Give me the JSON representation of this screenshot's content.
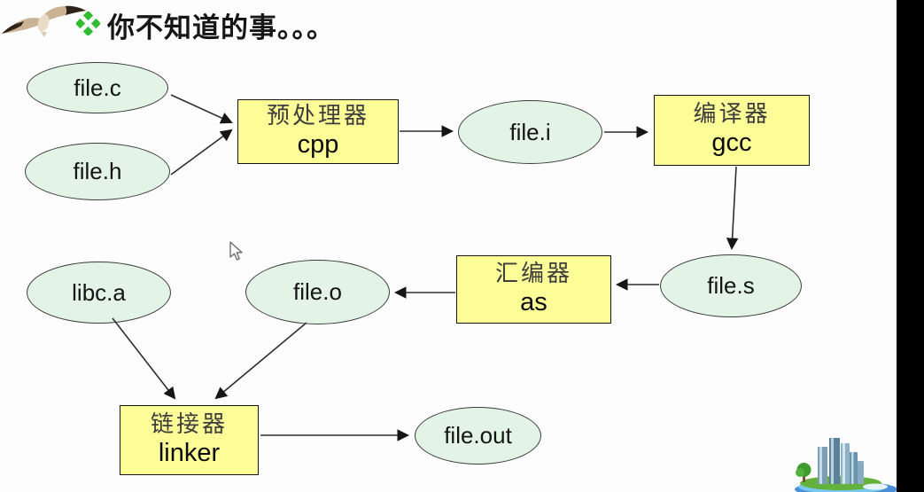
{
  "slide": {
    "title": "你不知道的事。。。"
  },
  "nodes": {
    "file_c": {
      "label": "file.c"
    },
    "file_h": {
      "label": "file.h"
    },
    "file_i": {
      "label": "file.i"
    },
    "file_s": {
      "label": "file.s"
    },
    "file_o": {
      "label": "file.o"
    },
    "libc_a": {
      "label": "libc.a"
    },
    "file_out": {
      "label": "file.out"
    }
  },
  "processors": {
    "cpp": {
      "name_zh": "预处理器",
      "name_en": "cpp"
    },
    "gcc": {
      "name_zh": "编译器",
      "name_en": "gcc"
    },
    "as": {
      "name_zh": "汇编器",
      "name_en": "as"
    },
    "linker": {
      "name_zh": "链接器",
      "name_en": "linker"
    }
  },
  "diagram": {
    "type": "flowchart",
    "edges": [
      {
        "from": "file.c",
        "to": "cpp"
      },
      {
        "from": "file.h",
        "to": "cpp"
      },
      {
        "from": "cpp",
        "to": "file.i"
      },
      {
        "from": "file.i",
        "to": "gcc"
      },
      {
        "from": "gcc",
        "to": "file.s"
      },
      {
        "from": "file.s",
        "to": "as"
      },
      {
        "from": "as",
        "to": "file.o"
      },
      {
        "from": "file.o",
        "to": "linker"
      },
      {
        "from": "libc.a",
        "to": "linker"
      },
      {
        "from": "linker",
        "to": "file.out"
      }
    ]
  },
  "icons": {
    "logo": "seagull-icon",
    "title_bullet": "diamond-bullet-icon",
    "footer_art": "city-illustration",
    "pointer": "mouse-cursor-icon"
  },
  "colors": {
    "file_node_fill": "#e3f4e6",
    "processor_fill": "#fdfd97",
    "node_border": "#141414",
    "bullet_green": "#2fbe2f",
    "letterbox": "#000000",
    "background": "#fdfdfd"
  }
}
